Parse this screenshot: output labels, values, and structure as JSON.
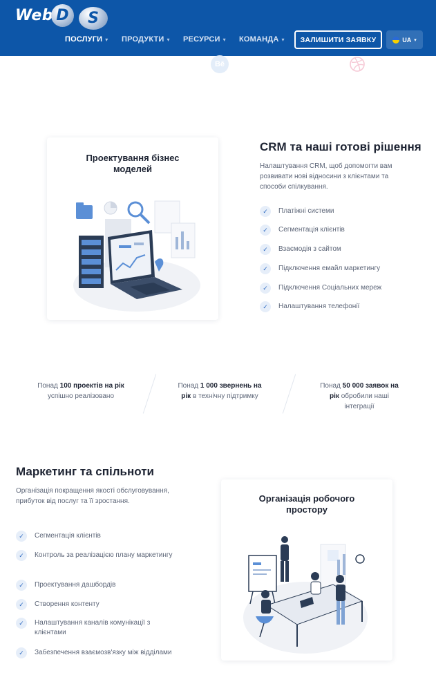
{
  "header": {
    "logo": {
      "part1": "Web",
      "part2": "D",
      "part3": "S"
    },
    "nav": [
      {
        "label": "ПОСЛУГИ"
      },
      {
        "label": "ПРОДУКТИ"
      },
      {
        "label": "РЕСУРСИ"
      },
      {
        "label": "КОМАНДА"
      }
    ],
    "cta_label": "ЗАЛИШИТИ ЗАЯВКУ",
    "lang_label": "UA",
    "chevron": "⌄"
  },
  "icons": {
    "behance": "Bē",
    "dribbble": "dribbble-icon"
  },
  "section1": {
    "card_title": "Проектування бізнес моделей",
    "title": "CRM та наші готові рішення",
    "description": "Налаштування CRM, щоб допомогти вам розвивати нові відносини з клієнтами та способи спілкування.",
    "features": [
      "Платіжні системи",
      "Сегментація клієнтів",
      "Взаємодія з сайтом",
      "Підключення емайл маркетингу",
      "Підключення Соціальних мереж",
      "Налаштування телефонії"
    ]
  },
  "stats": [
    {
      "pre": "Понад ",
      "bold": "100 проектів на рік",
      "post": " успішно реалізовано"
    },
    {
      "pre": "Понад ",
      "bold": "1 000 звернень на рік",
      "post": " в технічну підтримку"
    },
    {
      "pre": "Понад ",
      "bold": "50 000 заявок на рік",
      "post": " обробили наші інтеграції"
    }
  ],
  "section2": {
    "title": "Маркетинг та спільноти",
    "description": "Організація покращення якості обслуговування, прибуток від послуг та її зростання.",
    "card_title": "Організація робочого простору",
    "features": [
      "Сегментація клієнтів",
      "Контроль за реалізацією плану маркетингу",
      "Проектування дашбордів",
      "Створення контенту",
      "Налаштування каналів комунікації з клієнтами",
      "Забезпечення взаємозв'язку між відділами"
    ]
  },
  "colors": {
    "header_bg": "#0d56a8",
    "accent": "#2f6bc1",
    "text_dark": "#1e2433",
    "text_muted": "#5c6577"
  }
}
